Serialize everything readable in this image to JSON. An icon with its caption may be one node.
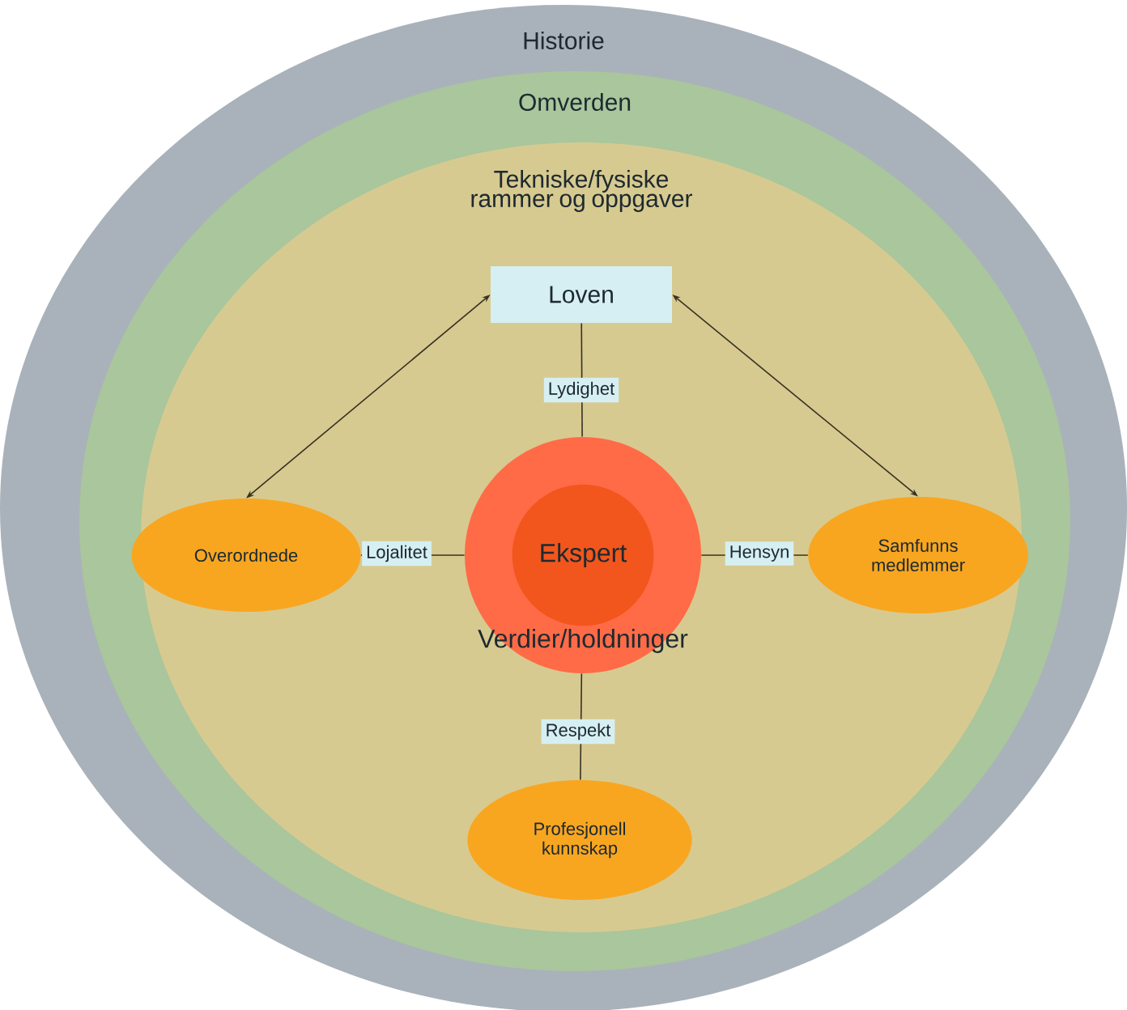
{
  "diagram": {
    "nodes": [
      {
        "text": [
          "Historie"
        ]
      },
      {
        "text": [
          "Omverden"
        ],
        "in": 0
      },
      {
        "text": [
          "Tekniske/fysiske rammer og oppgaver"
        ],
        "in": 1
      },
      {
        "text": [
          "Loven"
        ],
        "in": 2
      },
      {
        "text": [
          "Verdier/holdninger"
        ],
        "in": 2
      },
      {
        "text": [
          "Ekspert"
        ],
        "in": 4
      },
      {
        "text": [
          "Overordnede"
        ],
        "in": 2
      },
      {
        "text": [
          "Samfunns medlemmer"
        ],
        "in": 2
      },
      {
        "text": [
          "Profesjonell kunnskap"
        ],
        "in": 2
      }
    ],
    "edges": [
      {
        "from": 3,
        "to": 4,
        "arrow": "none",
        "label": "Lydighet"
      },
      {
        "from": 6,
        "to": 4,
        "arrow": "none",
        "label": "Lojalitet"
      },
      {
        "from": 4,
        "to": 7,
        "arrow": "none",
        "label": "Hensyn"
      },
      {
        "from": 4,
        "to": 8,
        "arrow": "none",
        "label": "Respekt"
      },
      {
        "from": 3,
        "to": 6,
        "arrow": "both"
      },
      {
        "from": 3,
        "to": 7,
        "arrow": "both"
      }
    ]
  }
}
